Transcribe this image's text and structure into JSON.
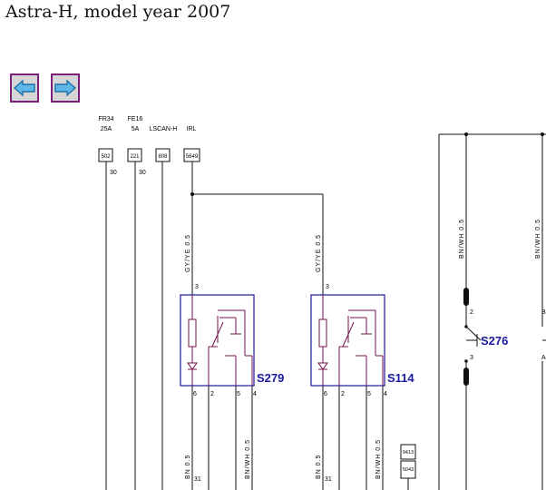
{
  "page": {
    "title": "Astra-H, model year 2007"
  },
  "nav": {
    "back_icon": "arrow-left-icon",
    "forward_icon": "arrow-right-icon"
  },
  "fuses": [
    {
      "name": "FR34",
      "rating": "25A",
      "box": "502",
      "pin": "30"
    },
    {
      "name": "FE16",
      "rating": "5A",
      "box": "221",
      "pin": "30"
    },
    {
      "name": "",
      "rating": "LSCAN-H",
      "box": "808",
      "pin": ""
    },
    {
      "name": "",
      "rating": "IRL",
      "box": "5649",
      "pin": ""
    }
  ],
  "wires": {
    "gyye": "GY/YE 0.5",
    "bn": "BN 0.5",
    "bnwh": "BN/WH 0.5"
  },
  "relays": [
    {
      "name": "S279",
      "pin_top": "3",
      "pins_bottom": [
        "6",
        "2",
        "5",
        "4"
      ],
      "pin_ground": "31"
    },
    {
      "name": "S114",
      "pin_top": "3",
      "pins_bottom": [
        "6",
        "2",
        "5",
        "4"
      ],
      "pin_ground": "31"
    }
  ],
  "connector": {
    "top": "9413",
    "bottom": "5043"
  },
  "switch": {
    "name": "S276",
    "pin_top": "2",
    "pin_bottom": "3",
    "pin_b": "B",
    "pin_a": "A"
  },
  "colors": {
    "relay_border": "#1a1aa0",
    "button_border": "#7a1f7a",
    "arrow": "#2a8fd0"
  }
}
